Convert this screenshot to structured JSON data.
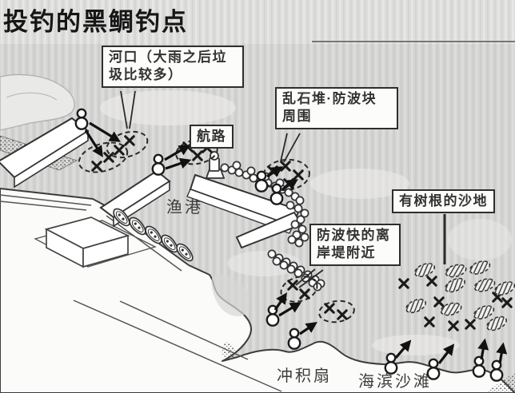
{
  "title": "投钓的黑鲷钓点",
  "callouts": {
    "river_mouth": "河口（大雨之后垃\n圾比较多）",
    "channel": "航路",
    "riprap_tetrapods": "乱石堆·防波块\n周围",
    "tree_root_sand": "有树根的沙地",
    "offshore_breakwater": "防波快的离\n岸堤附近"
  },
  "place_names": {
    "fishing_port": "渔港",
    "alluvial_fan": "冲积扇",
    "beach": "海滨沙滩"
  },
  "markers": {
    "fishing_spot": "×"
  },
  "colors": {
    "paper": "#e6e5e3",
    "water": "#d9d9d7",
    "land": "#fbfbf9",
    "ink": "#222222"
  }
}
